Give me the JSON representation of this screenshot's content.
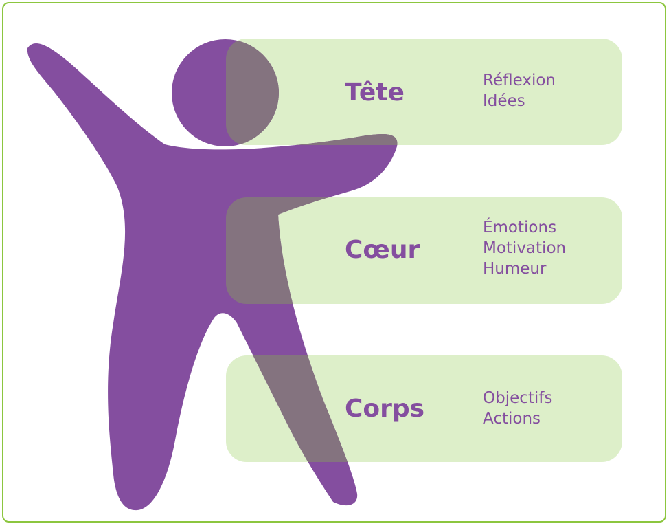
{
  "colors": {
    "border": "#8CC63F",
    "panel": "#DDEFC9",
    "figure": "#844E9F",
    "overlap": "#84737F",
    "text": "#844E9F"
  },
  "rows": [
    {
      "label": "Tête",
      "items": [
        "Réflexion",
        "Idées"
      ]
    },
    {
      "label": "Cœur",
      "items": [
        "Émotions",
        "Motivation",
        "Humeur"
      ]
    },
    {
      "label": "Corps",
      "items": [
        "Objectifs",
        "Actions"
      ]
    }
  ]
}
